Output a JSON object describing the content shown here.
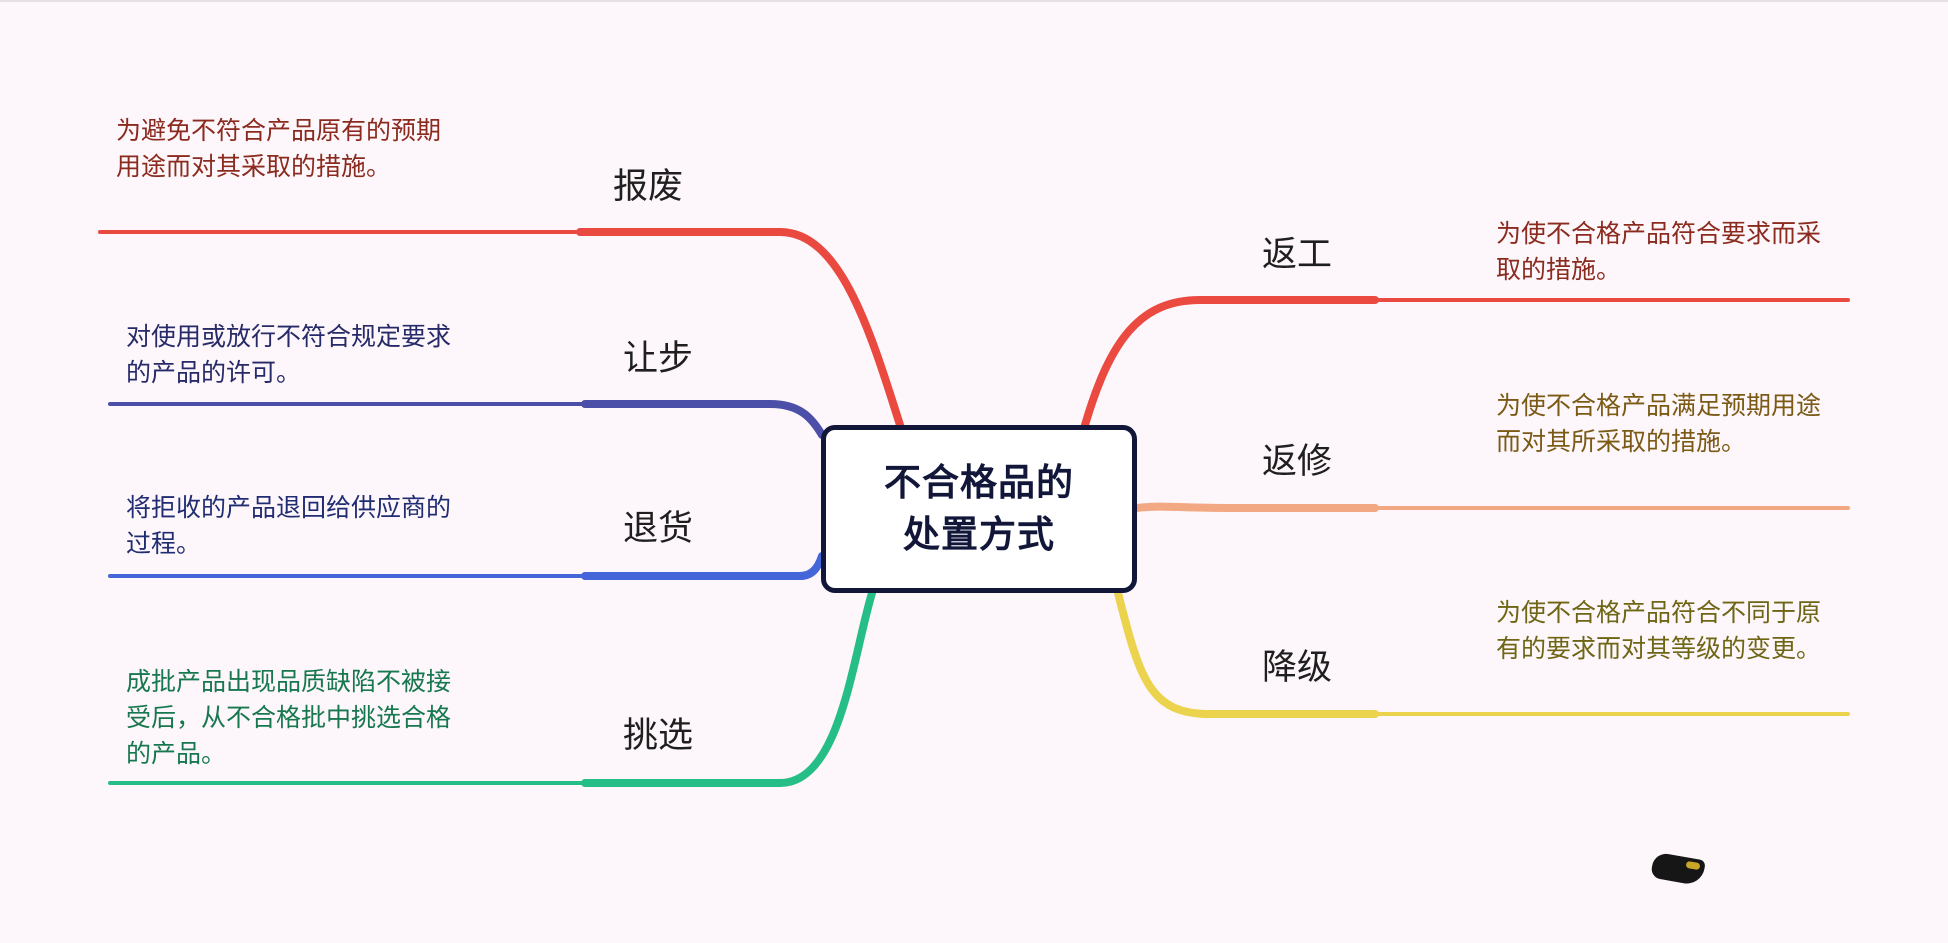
{
  "center": {
    "title": "不合格品的处置方式"
  },
  "branches": {
    "scrap": {
      "label": "报废",
      "desc": "为避免不符合产品原有的预期用途而对其采取的措施。",
      "color": "#e9493f",
      "text_color": "#8b2a1e"
    },
    "concession": {
      "label": "让步",
      "desc": "对使用或放行不符合规定要求的产品的许可。",
      "color": "#4b4fa8",
      "text_color": "#262a68"
    },
    "return": {
      "label": "退货",
      "desc": "将拒收的产品退回给供应商的过程。",
      "color": "#4566d8",
      "text_color": "#202d72"
    },
    "sorting": {
      "label": "挑选",
      "desc": "成批产品出现品质缺陷不被接受后，从不合格批中挑选合格的产品。",
      "color": "#25be86",
      "text_color": "#17784f"
    },
    "rework": {
      "label": "返工",
      "desc": "为使不合格产品符合要求而采取的措施。",
      "color": "#ea4a3f",
      "text_color": "#8b2a1e"
    },
    "repair": {
      "label": "返修",
      "desc": "为使不合格产品满足预期用途而对其所采取的措施。",
      "color": "#f2a882",
      "text_color": "#7a5a14"
    },
    "downgrade": {
      "label": "降级",
      "desc": "为使不合格产品符合不同于原有的要求而对其等级的变更。",
      "color": "#ecd34e",
      "text_color": "#6e6614"
    }
  }
}
